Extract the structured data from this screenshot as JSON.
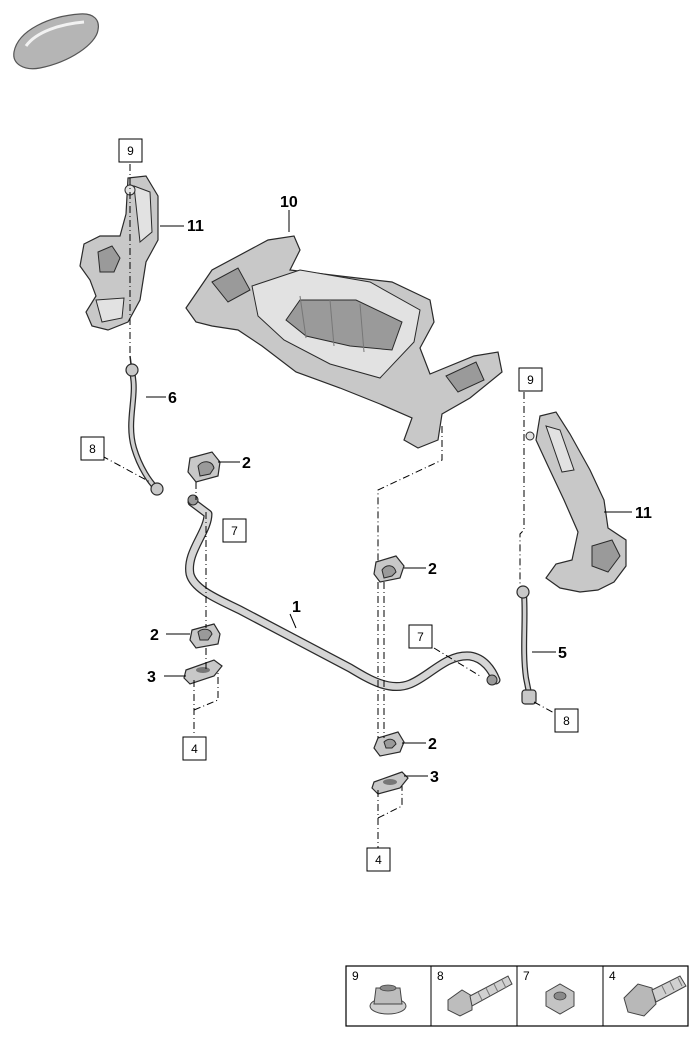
{
  "callouts": {
    "c1": "1",
    "c2a": "2",
    "c2b": "2",
    "c2c": "2",
    "c2d": "2",
    "c3a": "3",
    "c3b": "3",
    "c5": "5",
    "c6": "6",
    "c10": "10",
    "c11a": "11",
    "c11b": "11"
  },
  "boxed": {
    "b9a": "9",
    "b9b": "9",
    "b8a": "8",
    "b8b": "8",
    "b7a": "7",
    "b7b": "7",
    "b4a": "4",
    "b4b": "4"
  },
  "fastener_table": [
    {
      "num": "9",
      "icon": "flange-nut-icon"
    },
    {
      "num": "8",
      "icon": "long-bolt-icon"
    },
    {
      "num": "7",
      "icon": "hex-nut-icon"
    },
    {
      "num": "4",
      "icon": "hex-bolt-icon"
    }
  ]
}
